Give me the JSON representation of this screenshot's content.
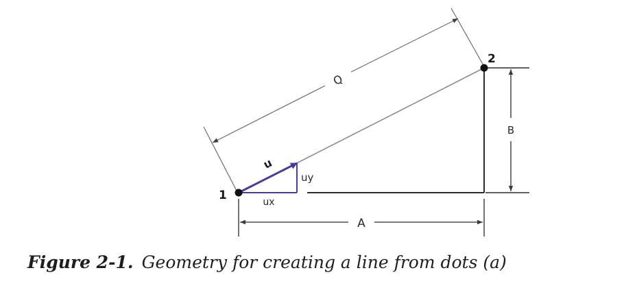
{
  "diagram": {
    "labels": {
      "point1": "1",
      "point2": "2",
      "hypotenuse": "Q",
      "vertical": "B",
      "horizontal": "A",
      "unit_vector": "u",
      "unit_x": "ux",
      "unit_y": "uy"
    },
    "colors": {
      "line": "#3a3a3a",
      "unit_vector": "#4a3a9a",
      "point": "#111111"
    }
  },
  "caption": {
    "label": "Figure 2-1.",
    "text": "Geometry for creating a line from dots (a)"
  }
}
